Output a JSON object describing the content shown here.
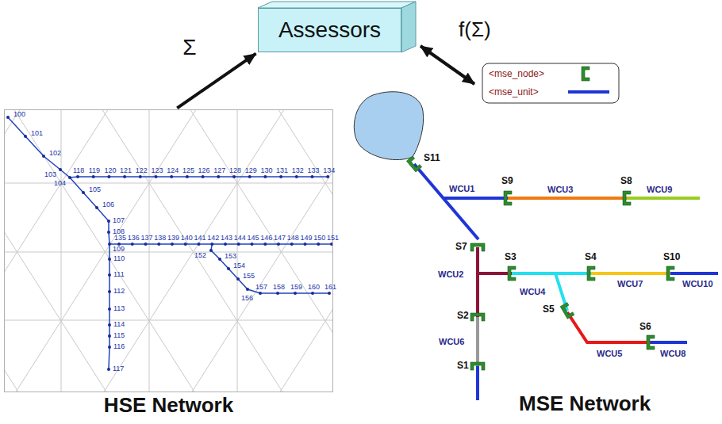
{
  "diagram": {
    "nodes": [
      {
        "text": [
          "Assessors"
        ]
      },
      {
        "text": [
          "HSE Network"
        ]
      }
    ],
    "edges": [
      {
        "from": 1,
        "to": 0,
        "arrow": "to",
        "label": "Σ"
      }
    ],
    "labels": [
      "f(Σ)",
      "100",
      "101",
      "102",
      "103",
      "104",
      "105",
      "106",
      "107",
      "108",
      "109",
      "110",
      "111",
      "112",
      "113",
      "114",
      "115",
      "116",
      "117",
      "118",
      "119",
      "120",
      "121",
      "122",
      "123",
      "124",
      "125",
      "126",
      "127",
      "128",
      "129",
      "130",
      "131",
      "132",
      "133",
      "134",
      "135",
      "136",
      "137",
      "138",
      "139",
      "140",
      "141",
      "142",
      "143",
      "144",
      "145",
      "146",
      "147",
      "148",
      "149",
      "150",
      "151",
      "152",
      "153",
      "154",
      "155",
      "156",
      "157",
      "158",
      "159",
      "160",
      "161",
      "S11",
      "WCU1",
      "S9",
      "WCU3",
      "S8",
      "WCU9",
      "S7",
      "WCU2",
      "S3",
      "WCU4",
      "S4",
      "WCU7",
      "S10",
      "WCU10",
      "S5",
      "WCU5",
      "S6",
      "WCU8",
      "S2",
      "WCU6",
      "S1",
      "MSE Network"
    ],
    "legend": [
      {
        "text": "<mse_node>"
      },
      {
        "text": "<mse_unit>"
      }
    ]
  }
}
